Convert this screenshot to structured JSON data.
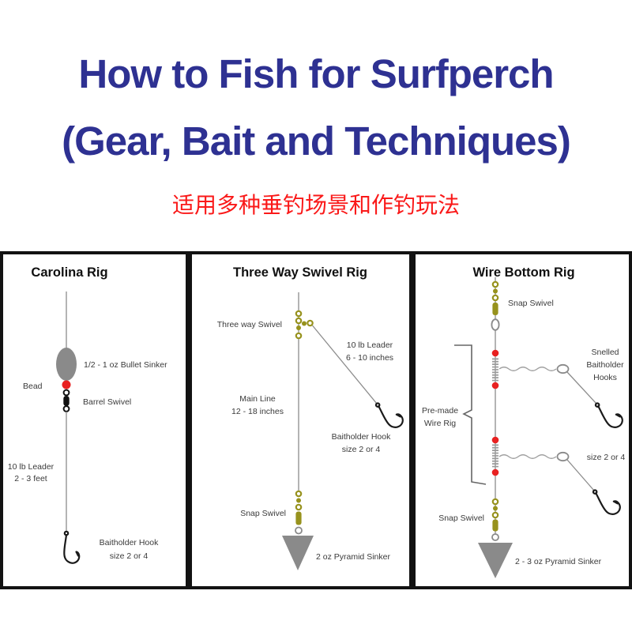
{
  "header": {
    "title_line1": "How to Fish for Surfperch",
    "title_line2": "(Gear, Bait and Techniques)",
    "subtitle_cn": "适用多种垂钓场景和作钓玩法"
  },
  "colors": {
    "title_blue": "#2e3192",
    "subtitle_red": "#fa1919",
    "swivel_olive": "#97921d",
    "bead_red": "#e82121",
    "sinker_gray": "#8a8a8a",
    "panel_border": "#121212"
  },
  "panels": [
    {
      "title": "Carolina Rig",
      "labels": {
        "bullet_sinker": "1/2 - 1 oz Bullet Sinker",
        "bead": "Bead",
        "barrel_swivel": "Barrel Swivel",
        "leader_line1": "10 lb Leader",
        "leader_line2": "2 - 3 feet",
        "hook_line1": "Baitholder Hook",
        "hook_line2": "size 2 or 4"
      }
    },
    {
      "title": "Three Way Swivel Rig",
      "labels": {
        "three_way_swivel": "Three way Swivel",
        "leader_line1": "10 lb Leader",
        "leader_line2": "6 - 10 inches",
        "main_line1": "Main Line",
        "main_line2": "12 - 18 inches",
        "hook_line1": "Baitholder Hook",
        "hook_line2": "size 2 or 4",
        "snap_swivel": "Snap Swivel",
        "sinker": "2 oz Pyramid Sinker"
      }
    },
    {
      "title": "Wire Bottom Rig",
      "labels": {
        "snap_swivel_top": "Snap Swivel",
        "snelled_line1": "Snelled",
        "snelled_line2": "Baitholder",
        "snelled_line3": "Hooks",
        "premade_line1": "Pre-made",
        "premade_line2": "Wire Rig",
        "hook_size": "size 2 or 4",
        "snap_swivel_bottom": "Snap Swivel",
        "sinker": "2 - 3 oz Pyramid Sinker"
      }
    }
  ]
}
